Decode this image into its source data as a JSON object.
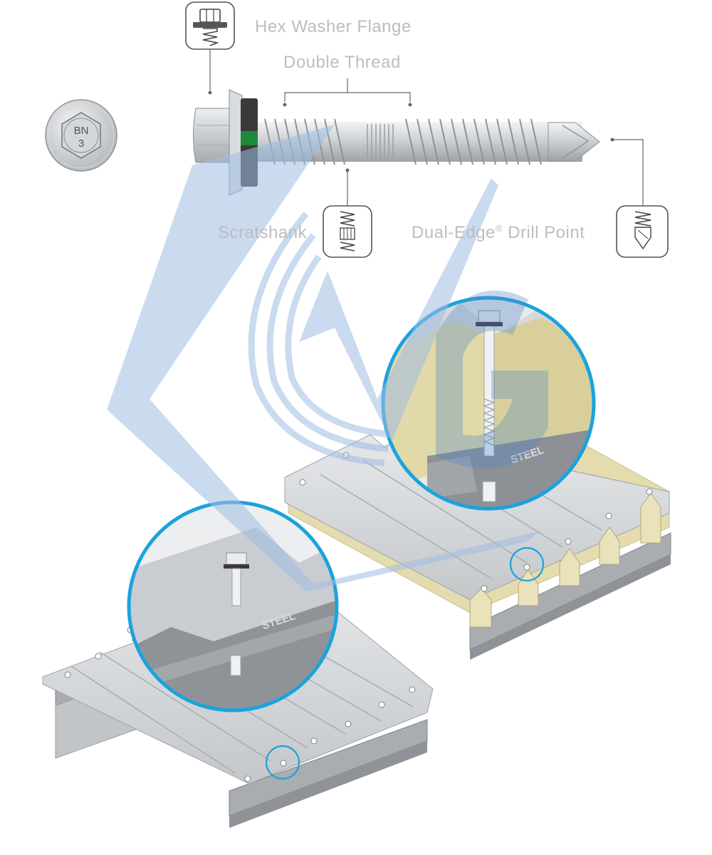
{
  "labels": {
    "hex_washer_flange": "Hex Washer Flange",
    "double_thread": "Double Thread",
    "scratshank": "Scratshank",
    "dual_edge_drill_point": "Dual-Edge",
    "registered_mark": "®",
    "dual_edge_suffix": " Drill Point"
  },
  "head_marking": {
    "line1": "BN",
    "line2": "3"
  },
  "panel_markings": {
    "detail_left": "STEEL",
    "detail_right": "STEEL"
  },
  "colors": {
    "label_text": "#bdbdbd",
    "callout_ring": "#1ba3dc",
    "watermark": "#9fbde3",
    "sealing_washer": "#3a3a3a",
    "washer_stripe": "#1f8a3a",
    "insulation_core": "#e4dcae",
    "steel": "#b9bcc0"
  }
}
